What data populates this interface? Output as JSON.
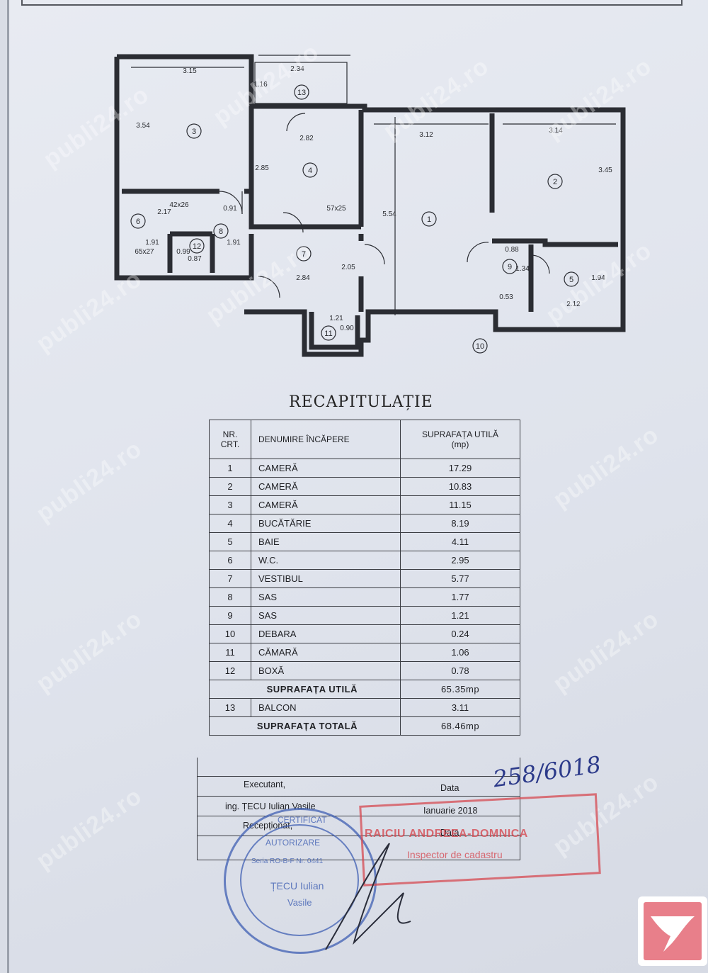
{
  "plan": {
    "dimensions": [
      "3.15",
      "2.34",
      "1.16",
      "3.54",
      "2.82",
      "3.12",
      "3.14",
      "2.85",
      "3.45",
      "5.54",
      "0.91",
      "2.17",
      "1.91",
      "1.91",
      "0.87",
      "0.99",
      "2.84",
      "2.05",
      "0.88",
      "1.34",
      "1.94",
      "2.12",
      "0.53",
      "1.21",
      "0.90",
      "42x26",
      "57x25",
      "65x27"
    ],
    "room_numbers": [
      "1",
      "2",
      "3",
      "4",
      "5",
      "6",
      "7",
      "8",
      "9",
      "10",
      "11",
      "12",
      "13"
    ]
  },
  "title": "RECAPITULAȚIE",
  "table": {
    "headers": {
      "nr": [
        "NR.",
        "CRT."
      ],
      "name": "DENUMIRE ÎNCĂPERE",
      "area": [
        "SUPRAFAȚA UTILĂ",
        "(mp)"
      ]
    },
    "rows": [
      {
        "nr": "1",
        "name": "CAMERĂ",
        "area": "17.29"
      },
      {
        "nr": "2",
        "name": "CAMERĂ",
        "area": "10.83"
      },
      {
        "nr": "3",
        "name": "CAMERĂ",
        "area": "11.15"
      },
      {
        "nr": "4",
        "name": "BUCĂTĂRIE",
        "area": "8.19"
      },
      {
        "nr": "5",
        "name": "BAIE",
        "area": "4.11"
      },
      {
        "nr": "6",
        "name": "W.C.",
        "area": "2.95"
      },
      {
        "nr": "7",
        "name": "VESTIBUL",
        "area": "5.77"
      },
      {
        "nr": "8",
        "name": "SAS",
        "area": "1.77"
      },
      {
        "nr": "9",
        "name": "SAS",
        "area": "1.21"
      },
      {
        "nr": "10",
        "name": "DEBARA",
        "area": "0.24"
      },
      {
        "nr": "11",
        "name": "CĂMARĂ",
        "area": "1.06"
      },
      {
        "nr": "12",
        "name": "BOXĂ",
        "area": "0.78"
      }
    ],
    "useful_label": "SUPRAFAȚA UTILĂ",
    "useful_value": "65.35mp",
    "balcony": {
      "nr": "13",
      "name": "BALCON",
      "area": "3.11"
    },
    "total_label": "SUPRAFAȚA TOTALĂ",
    "total_value": "68.46mp"
  },
  "signatures": {
    "executant_label": "Executant,",
    "executant_name": "ing. ȚECU Iulian Vasile",
    "date_label": "Data",
    "date_value": "Ianuarie 2018",
    "receptionat_label": "Recepționat,",
    "date_label_2": "Data",
    "handwritten": "258/6018"
  },
  "stamps": {
    "round_lines": [
      "CERTIFICAT",
      "AUTORIZARE",
      "Seria RO-B-F Nr. 0441",
      "ȚECU Iulian",
      "Vasile"
    ],
    "red_name": "RAICIU ANDREEA-DOMNICA",
    "red_role": "Inspector de cadastru"
  },
  "watermark": "publi24.ro",
  "colors": {
    "stamp_blue": "#3f5fb3",
    "stamp_red": "#d64a52",
    "logo_pink": "#e87f8a"
  }
}
